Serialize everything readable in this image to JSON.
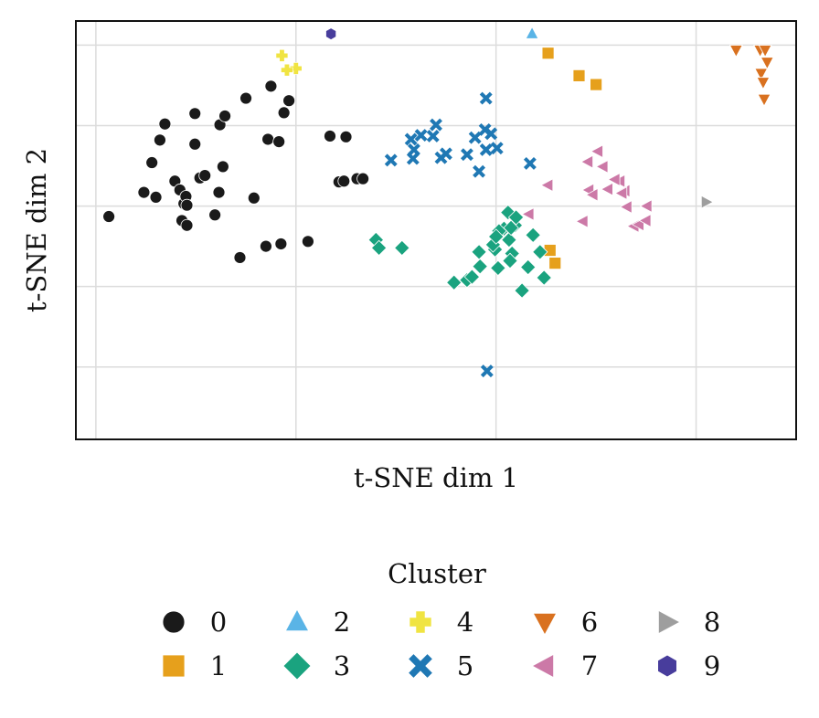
{
  "chart_data": {
    "type": "scatter",
    "title": "",
    "xlabel": "t-SNE dim 1",
    "ylabel": "t-SNE dim 2",
    "xlim": [
      -32,
      40
    ],
    "ylim": [
      -39,
      13
    ],
    "xgrid": [
      -30,
      -10,
      10,
      30
    ],
    "ygrid": [
      -30,
      -20,
      -10,
      0,
      10
    ],
    "show_tick_labels": false,
    "grid": true,
    "legend": {
      "title": "Cluster",
      "placement": "bottom",
      "columns": 5
    },
    "series": [
      {
        "name": "0",
        "marker": "circle",
        "color": "#1a1a1a",
        "points": [
          [
            -28.7,
            -11.3
          ],
          [
            -25.2,
            -8.3
          ],
          [
            -24.0,
            -8.9
          ],
          [
            -24.4,
            -4.6
          ],
          [
            -23.6,
            -1.8
          ],
          [
            -23.1,
            0.2
          ],
          [
            -22.1,
            -6.9
          ],
          [
            -21.6,
            -8.0
          ],
          [
            -21.4,
            -11.8
          ],
          [
            -21.2,
            -9.7
          ],
          [
            -21.0,
            -8.8
          ],
          [
            -20.9,
            -12.4
          ],
          [
            -20.9,
            -9.9
          ],
          [
            -20.1,
            1.5
          ],
          [
            -20.1,
            -2.3
          ],
          [
            -19.6,
            -6.5
          ],
          [
            -19.1,
            -6.2
          ],
          [
            -18.1,
            -11.1
          ],
          [
            -17.6,
            0.1
          ],
          [
            -17.7,
            -8.3
          ],
          [
            -17.3,
            -5.1
          ],
          [
            -17.1,
            1.2
          ],
          [
            -15.6,
            -16.4
          ],
          [
            -15.0,
            3.4
          ],
          [
            -14.2,
            -9.0
          ],
          [
            -13.0,
            -15.0
          ],
          [
            -12.8,
            -1.7
          ],
          [
            -12.5,
            4.9
          ],
          [
            -11.7,
            -2.0
          ],
          [
            -11.5,
            -14.7
          ],
          [
            -11.2,
            1.6
          ],
          [
            -10.7,
            3.1
          ],
          [
            -8.8,
            -14.4
          ],
          [
            -6.6,
            -1.3
          ],
          [
            -5.7,
            -7.0
          ],
          [
            -5.2,
            -6.9
          ],
          [
            -5.0,
            -1.4
          ],
          [
            -3.9,
            -6.6
          ],
          [
            -3.3,
            -6.6
          ]
        ]
      },
      {
        "name": "1",
        "marker": "square",
        "color": "#e6a01c",
        "points": [
          [
            15.2,
            9.0
          ],
          [
            18.3,
            6.2
          ],
          [
            20.0,
            5.1
          ],
          [
            15.4,
            -15.5
          ],
          [
            15.9,
            -17.1
          ]
        ]
      },
      {
        "name": "2",
        "marker": "triangle-up",
        "color": "#5ab4e6",
        "points": [
          [
            13.6,
            11.4
          ]
        ]
      },
      {
        "name": "3",
        "marker": "diamond",
        "color": "#1aa37f",
        "points": [
          [
            -2.0,
            -14.2
          ],
          [
            -1.7,
            -15.2
          ],
          [
            0.6,
            -15.2
          ],
          [
            5.8,
            -19.5
          ],
          [
            7.1,
            -19.2
          ],
          [
            7.6,
            -18.8
          ],
          [
            8.3,
            -15.7
          ],
          [
            8.4,
            -17.5
          ],
          [
            11.6,
            -15.9
          ],
          [
            11.3,
            -14.2
          ],
          [
            9.9,
            -15.4
          ],
          [
            10.2,
            -17.7
          ],
          [
            11.4,
            -16.8
          ],
          [
            12.6,
            -20.5
          ],
          [
            13.2,
            -17.6
          ],
          [
            14.4,
            -15.7
          ],
          [
            14.8,
            -18.9
          ],
          [
            13.7,
            -13.6
          ],
          [
            11.9,
            -12.4
          ],
          [
            11.2,
            -10.8
          ],
          [
            12.0,
            -11.4
          ],
          [
            10.8,
            -12.8
          ],
          [
            10.3,
            -13.1
          ],
          [
            9.7,
            -14.8
          ],
          [
            10.0,
            -13.8
          ],
          [
            11.5,
            -12.7
          ]
        ]
      },
      {
        "name": "4",
        "marker": "plus",
        "color": "#f0e442",
        "points": [
          [
            -11.4,
            8.7
          ],
          [
            -10.0,
            7.1
          ],
          [
            -10.9,
            6.9
          ]
        ]
      },
      {
        "name": "5",
        "marker": "x",
        "color": "#1f78b4",
        "points": [
          [
            -0.5,
            -4.3
          ],
          [
            1.5,
            -1.7
          ],
          [
            1.7,
            -4.1
          ],
          [
            2.5,
            -1.2
          ],
          [
            3.7,
            -1.3
          ],
          [
            4.0,
            0.1
          ],
          [
            4.5,
            -4.0
          ],
          [
            7.1,
            -3.6
          ],
          [
            7.9,
            -1.5
          ],
          [
            8.9,
            -0.5
          ],
          [
            9.5,
            -1.0
          ],
          [
            10.1,
            -2.8
          ],
          [
            13.4,
            -4.7
          ],
          [
            9.0,
            -3.0
          ],
          [
            8.3,
            -5.7
          ],
          [
            5.0,
            -3.5
          ],
          [
            1.8,
            -3.0
          ],
          [
            9.0,
            3.4
          ],
          [
            9.1,
            -30.5
          ]
        ]
      },
      {
        "name": "6",
        "marker": "triangle-down",
        "color": "#d9711f",
        "points": [
          [
            34.0,
            9.4
          ],
          [
            36.4,
            9.4
          ],
          [
            36.9,
            9.4
          ],
          [
            37.1,
            7.9
          ],
          [
            36.5,
            6.5
          ],
          [
            36.7,
            5.4
          ],
          [
            36.8,
            3.3
          ]
        ]
      },
      {
        "name": "7",
        "marker": "triangle-left",
        "color": "#cc79a7",
        "points": [
          [
            13.3,
            -11.0
          ],
          [
            15.2,
            -7.4
          ],
          [
            18.7,
            -11.9
          ],
          [
            19.2,
            -4.5
          ],
          [
            19.3,
            -8.0
          ],
          [
            19.7,
            -8.6
          ],
          [
            20.7,
            -5.1
          ],
          [
            22.4,
            -6.9
          ],
          [
            22.9,
            -8.1
          ],
          [
            22.6,
            -8.4
          ],
          [
            23.1,
            -10.1
          ],
          [
            23.8,
            -12.5
          ],
          [
            24.3,
            -12.3
          ],
          [
            25.0,
            -11.8
          ],
          [
            25.1,
            -10.0
          ],
          [
            21.2,
            -7.9
          ],
          [
            21.9,
            -6.7
          ],
          [
            20.2,
            -3.2
          ]
        ]
      },
      {
        "name": "8",
        "marker": "triangle-right",
        "color": "#9e9e9e",
        "points": [
          [
            31.0,
            -9.5
          ]
        ]
      },
      {
        "name": "9",
        "marker": "hexagon",
        "color": "#483d9c",
        "points": [
          [
            -6.5,
            11.4
          ]
        ]
      }
    ]
  }
}
